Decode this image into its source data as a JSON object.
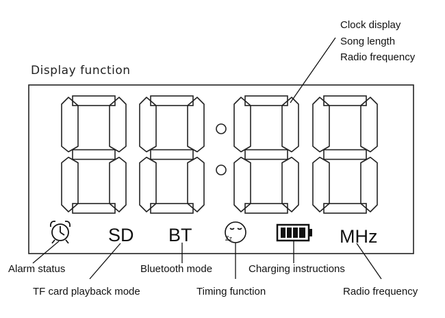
{
  "title": "Display function",
  "top_callout": [
    "Clock display",
    "Song length",
    "Radio frequency"
  ],
  "indicators": {
    "sd": "SD",
    "bt": "BT",
    "mhz": "MHz",
    "zz": "Zz"
  },
  "callouts": {
    "alarm": "Alarm status",
    "tf": "TF card playback mode",
    "bluetooth": "Bluetooth mode",
    "timing": "Timing function",
    "charging": "Charging instructions",
    "radio": "Radio frequency"
  },
  "icons": [
    "alarm-clock-icon",
    "sleep-face-icon",
    "battery-icon"
  ]
}
